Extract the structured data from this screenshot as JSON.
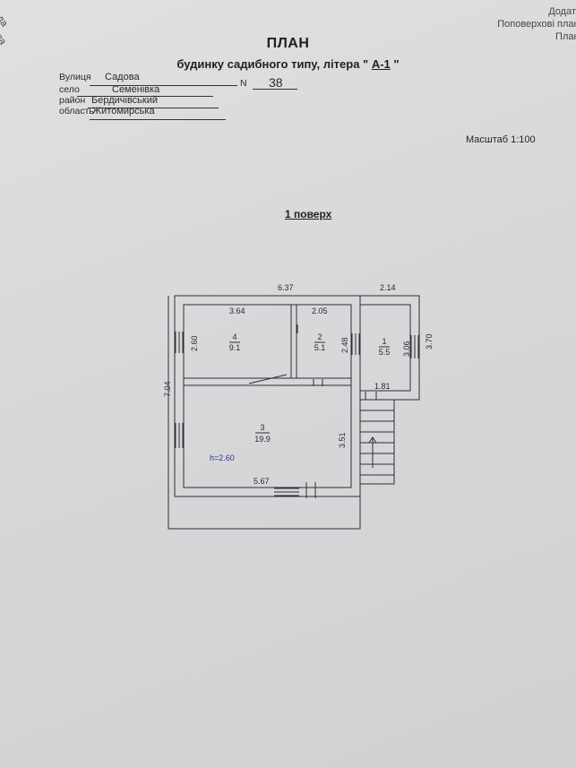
{
  "corner_left": [
    "Дода",
    "хові пла",
    "Пл"
  ],
  "corner_right": [
    "Додато",
    "Поповерхові плані",
    "Плані"
  ],
  "heading": {
    "title": "ПЛАН",
    "subtitle": "будинку садибного типу, літера \"",
    "letter": "А-1",
    "subtitle_end": "\""
  },
  "address": {
    "street_label": "Вулиця",
    "street": "Садова",
    "number_label": "N",
    "number": "38",
    "village_label": "село",
    "village": "Семенівка",
    "district_label": "район",
    "district": "Бердичівський",
    "region_label": "область",
    "region": "Житомирська"
  },
  "scale": "Масштаб 1:100",
  "floor_label": "1 поверх",
  "plan": {
    "dimensions": {
      "top_main": "6.37",
      "top_porch": "2.14",
      "left_total": "7.04",
      "room4_width": "3.64",
      "room4_depth": "2.60",
      "room2_width": "2.05",
      "room2_depth": "2.48",
      "room1_depth_inner": "3.06",
      "room1_depth_outer": "3.70",
      "room1_width": "1.81",
      "room3_depth": "3.51",
      "room3_width": "5.67",
      "height": "h=2.60"
    },
    "rooms": [
      {
        "number": "4",
        "area": "9.1"
      },
      {
        "number": "2",
        "area": "5.1"
      },
      {
        "number": "1",
        "area": "5.5"
      },
      {
        "number": "3",
        "area": "19.9"
      }
    ]
  }
}
